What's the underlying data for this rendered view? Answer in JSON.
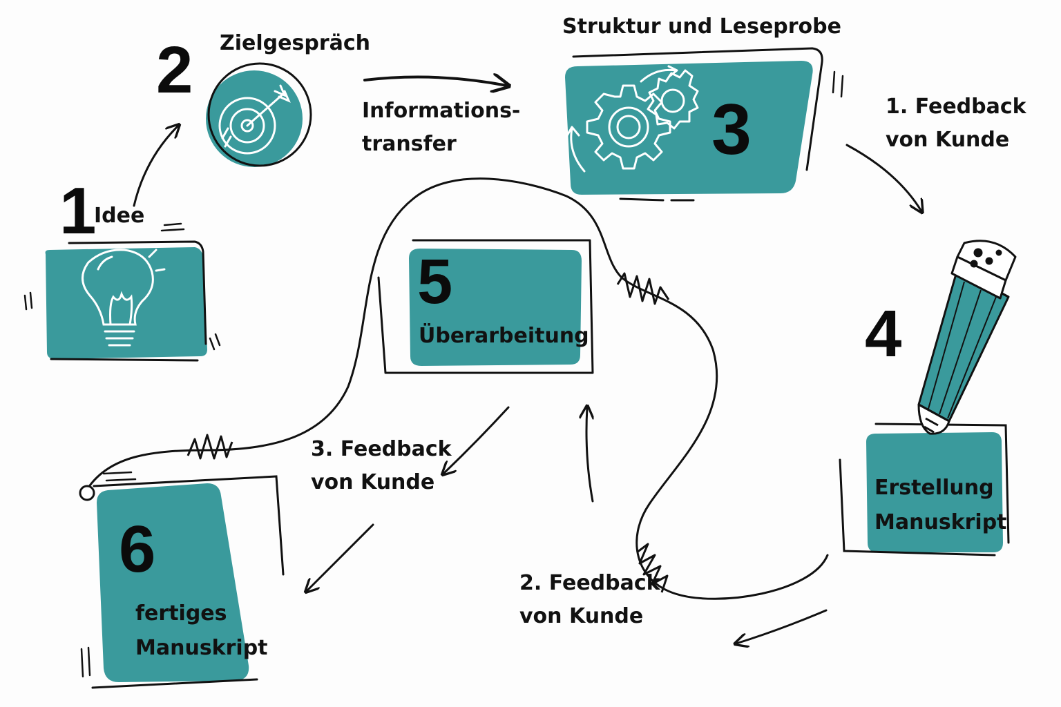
{
  "colors": {
    "teal": "#3a9a9c",
    "ink": "#111111",
    "background": "#fdfdfd"
  },
  "steps": [
    {
      "number": "1",
      "label": "Idee",
      "icon": "lightbulb-icon"
    },
    {
      "number": "2",
      "label": "Zielgespräch",
      "icon": "target-icon"
    },
    {
      "number": "3",
      "label": "Struktur und Leseprobe",
      "icon": "gears-icon"
    },
    {
      "number": "4",
      "label_line1": "Erstellung",
      "label_line2": "Manuskript",
      "icon": "pencil-icon"
    },
    {
      "number": "5",
      "label": "Überarbeitung"
    },
    {
      "number": "6",
      "label_line1": "fertiges",
      "label_line2": "Manuskript"
    }
  ],
  "transitions": {
    "info_line1": "Informations-",
    "info_line2": "transfer",
    "feedback1_line1": "1. Feedback",
    "feedback1_line2": "von Kunde",
    "feedback2_line1": "2. Feedback",
    "feedback2_line2": "von Kunde",
    "feedback3_line1": "3. Feedback",
    "feedback3_line2": "von Kunde"
  }
}
